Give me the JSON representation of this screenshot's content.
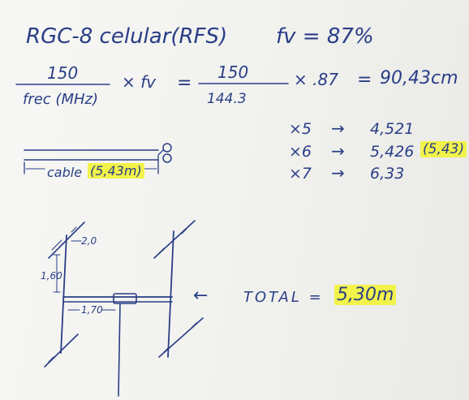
{
  "header": {
    "line": "RGC-8 celular(RFS)",
    "fv": "fv = 87%"
  },
  "formula": {
    "numerator_1": "150",
    "denominator_1": "frec (MHz)",
    "times_fv": "× fv",
    "equals_1": "=",
    "numerator_2": "150",
    "denominator_2": "144.3",
    "times_87": "× .87",
    "equals_2": "=",
    "result": "90,43cm"
  },
  "multiples": [
    {
      "factor": "×5",
      "arrow": "→",
      "value": "4,521",
      "note": ""
    },
    {
      "factor": "×6",
      "arrow": "→",
      "value": "5,426",
      "note": "(5,43)"
    },
    {
      "factor": "×7",
      "arrow": "→",
      "value": "6,33",
      "note": ""
    }
  ],
  "cable": {
    "label": "cable",
    "length": "(5,43m)",
    "highlight_color": "#f2f34a"
  },
  "antenna": {
    "dim_top": "2,0",
    "dim_left": "1,60",
    "dim_mid": "1,70"
  },
  "total": {
    "arrow": "←",
    "label": "TOTAL =",
    "value": "5,30m"
  },
  "colors": {
    "ink": "#2a3e86",
    "highlight": "#f2f34a",
    "paper": "#f4f4f2"
  }
}
